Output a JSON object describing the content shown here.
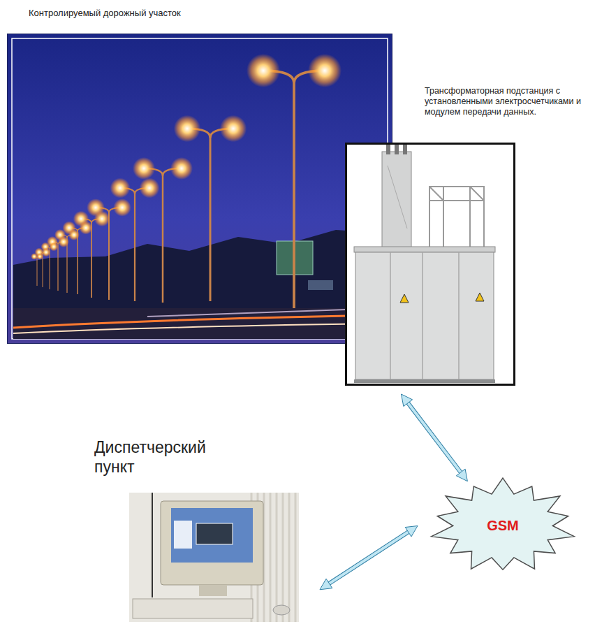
{
  "diagram": {
    "nodes": [
      {
        "text": [
          "Контролируемый дорожный участок"
        ]
      },
      {
        "text": [
          "Трансформаторная подстанция с установленными электросчетчиками и модулем передачи данных."
        ]
      },
      {
        "text": [
          "GSM"
        ]
      },
      {
        "text": [
          "Диспетчерский пункт"
        ]
      }
    ],
    "edges": [
      {
        "from": 1,
        "to": 2,
        "arrow": "both"
      },
      {
        "from": 2,
        "to": 3,
        "arrow": "both"
      }
    ]
  }
}
